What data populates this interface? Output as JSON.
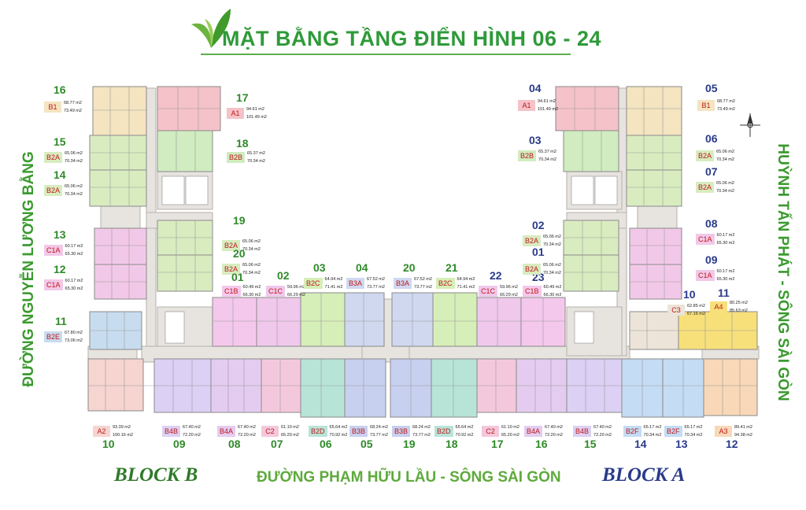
{
  "title": "MẶT BẰNG TẦNG ĐIỂN HÌNH 06 - 24",
  "blocks": {
    "b": "BLOCK B",
    "a": "BLOCK A"
  },
  "roads": {
    "bottom": "ĐƯỜNG PHẠM HỮU LẦU - SÔNG SÀI GÒN",
    "left": "ĐƯỜNG NGUYỄN LƯƠNG BẰNG",
    "right": "HUỲNH TẤN PHÁT - SÔNG SÀI GÒN"
  },
  "colors": {
    "green_title": "#2f9a3a",
    "block_b": "#2f7a2a",
    "block_a": "#2a3a8a",
    "A1": "#f4c2c8",
    "A2": "#f6d4d0",
    "A3": "#f8d8b8",
    "A4": "#f7e07a",
    "B1": "#f4e4c0",
    "B2A": "#d8ecc0",
    "B2B": "#d0ecc0",
    "B2C": "#d6eeb8",
    "B2D": "#b8e4d8",
    "B2E": "#c8dcef",
    "B2F": "#c4dcf4",
    "B3A": "#d0d8f0",
    "B3B": "#c8d0f0",
    "B4A": "#e4ccf0",
    "B4B": "#dcd0f4",
    "C1A": "#f2c8e8",
    "C1B": "#f4c8ec",
    "C1C": "#f0c8ec",
    "C2": "#f4c8dc",
    "C3": "#ece4d8"
  },
  "units": [
    {
      "num": "16",
      "code": "B1",
      "a1": "68.77 m2",
      "a2": "73.49 m2"
    },
    {
      "num": "17",
      "code": "A1",
      "a1": "94.61 m2",
      "a2": "101.49 m2"
    },
    {
      "num": "15",
      "code": "B2A",
      "a1": "65.06 m2",
      "a2": "70.34 m2"
    },
    {
      "num": "18",
      "code": "B2B",
      "a1": "65.37 m2",
      "a2": "70.34 m2"
    },
    {
      "num": "14",
      "code": "B2A",
      "a1": "65.06 m2",
      "a2": "70.34 m2"
    },
    {
      "num": "19",
      "code": "B2A",
      "a1": "65.06 m2",
      "a2": "70.34 m2"
    },
    {
      "num": "20",
      "code": "B2A",
      "a1": "65.06 m2",
      "a2": "70.34 m2"
    },
    {
      "num": "13",
      "code": "C1A",
      "a1": "60.17 m2",
      "a2": "65.30 m2"
    },
    {
      "num": "12",
      "code": "C1A",
      "a1": "60.17 m2",
      "a2": "65.30 m2"
    },
    {
      "num": "11",
      "code": "B2E",
      "a1": "67.80 m2",
      "a2": "73.06 m2"
    },
    {
      "num": "01",
      "code": "C1B",
      "a1": "60.49 m2",
      "a2": "66.30 m2"
    },
    {
      "num": "02",
      "code": "C1C",
      "a1": "59.96 m2",
      "a2": "66.29 m2"
    },
    {
      "num": "03",
      "code": "B2C",
      "a1": "64.94 m2",
      "a2": "71.41 m2"
    },
    {
      "num": "04",
      "code": "B3A",
      "a1": "67.52 m2",
      "a2": "73.77 m2"
    },
    {
      "num": "20",
      "code": "B3A",
      "a1": "67.52 m2",
      "a2": "73.77 m2"
    },
    {
      "num": "21",
      "code": "B2C",
      "a1": "64.94 m2",
      "a2": "71.41 m2"
    },
    {
      "num": "22",
      "code": "C1C",
      "a1": "59.96 m2",
      "a2": "66.29 m2"
    },
    {
      "num": "23",
      "code": "C1B",
      "a1": "60.49 m2",
      "a2": "66.30 m2"
    },
    {
      "num": "04",
      "code": "A1",
      "a1": "94.61 m2",
      "a2": "101.49 m2"
    },
    {
      "num": "05",
      "code": "B1",
      "a1": "68.77 m2",
      "a2": "73.49 m2"
    },
    {
      "num": "03",
      "code": "B2B",
      "a1": "65.37 m2",
      "a2": "70.34 m2"
    },
    {
      "num": "06",
      "code": "B2A",
      "a1": "65.06 m2",
      "a2": "70.34 m2"
    },
    {
      "num": "07",
      "code": "B2A",
      "a1": "65.06 m2",
      "a2": "70.34 m2"
    },
    {
      "num": "02",
      "code": "B2A",
      "a1": "65.06 m2",
      "a2": "70.34 m2"
    },
    {
      "num": "01",
      "code": "B2A",
      "a1": "65.06 m2",
      "a2": "70.34 m2"
    },
    {
      "num": "08",
      "code": "C1A",
      "a1": "60.17 m2",
      "a2": "65.30 m2"
    },
    {
      "num": "09",
      "code": "C1A",
      "a1": "60.17 m2",
      "a2": "65.30 m2"
    },
    {
      "num": "10",
      "code": "C3",
      "a1": "62.85 m2",
      "a2": "67.16 m2"
    },
    {
      "num": "11",
      "code": "A4",
      "a1": "80.25 m2",
      "a2": "85.63 m2"
    },
    {
      "num": "10",
      "code": "A2",
      "a1": "93.39 m2",
      "a2": "100.16 m2"
    },
    {
      "num": "09",
      "code": "B4B",
      "a1": "67.40 m2",
      "a2": "72.20 m2"
    },
    {
      "num": "08",
      "code": "B4A",
      "a1": "67.40 m2",
      "a2": "72.20 m2"
    },
    {
      "num": "07",
      "code": "C2",
      "a1": "61.10 m2",
      "a2": "65.20 m2"
    },
    {
      "num": "06",
      "code": "B2D",
      "a1": "65.64 m2",
      "a2": "70.92 m2"
    },
    {
      "num": "05",
      "code": "B3B",
      "a1": "68.24 m2",
      "a2": "73.77 m2"
    },
    {
      "num": "19",
      "code": "B3B",
      "a1": "68.24 m2",
      "a2": "73.77 m2"
    },
    {
      "num": "18",
      "code": "B2D",
      "a1": "65.64 m2",
      "a2": "70.92 m2"
    },
    {
      "num": "17",
      "code": "C2",
      "a1": "61.10 m2",
      "a2": "65.20 m2"
    },
    {
      "num": "16",
      "code": "B4A",
      "a1": "67.40 m2",
      "a2": "72.20 m2"
    },
    {
      "num": "15",
      "code": "B4B",
      "a1": "67.40 m2",
      "a2": "72.20 m2"
    },
    {
      "num": "14",
      "code": "B2F",
      "a1": "65.17 m2",
      "a2": "70.34 m2"
    },
    {
      "num": "13",
      "code": "B2F",
      "a1": "65.17 m2",
      "a2": "70.34 m2"
    },
    {
      "num": "12",
      "code": "A3",
      "a1": "89.41 m2",
      "a2": "94.38 m2"
    }
  ]
}
